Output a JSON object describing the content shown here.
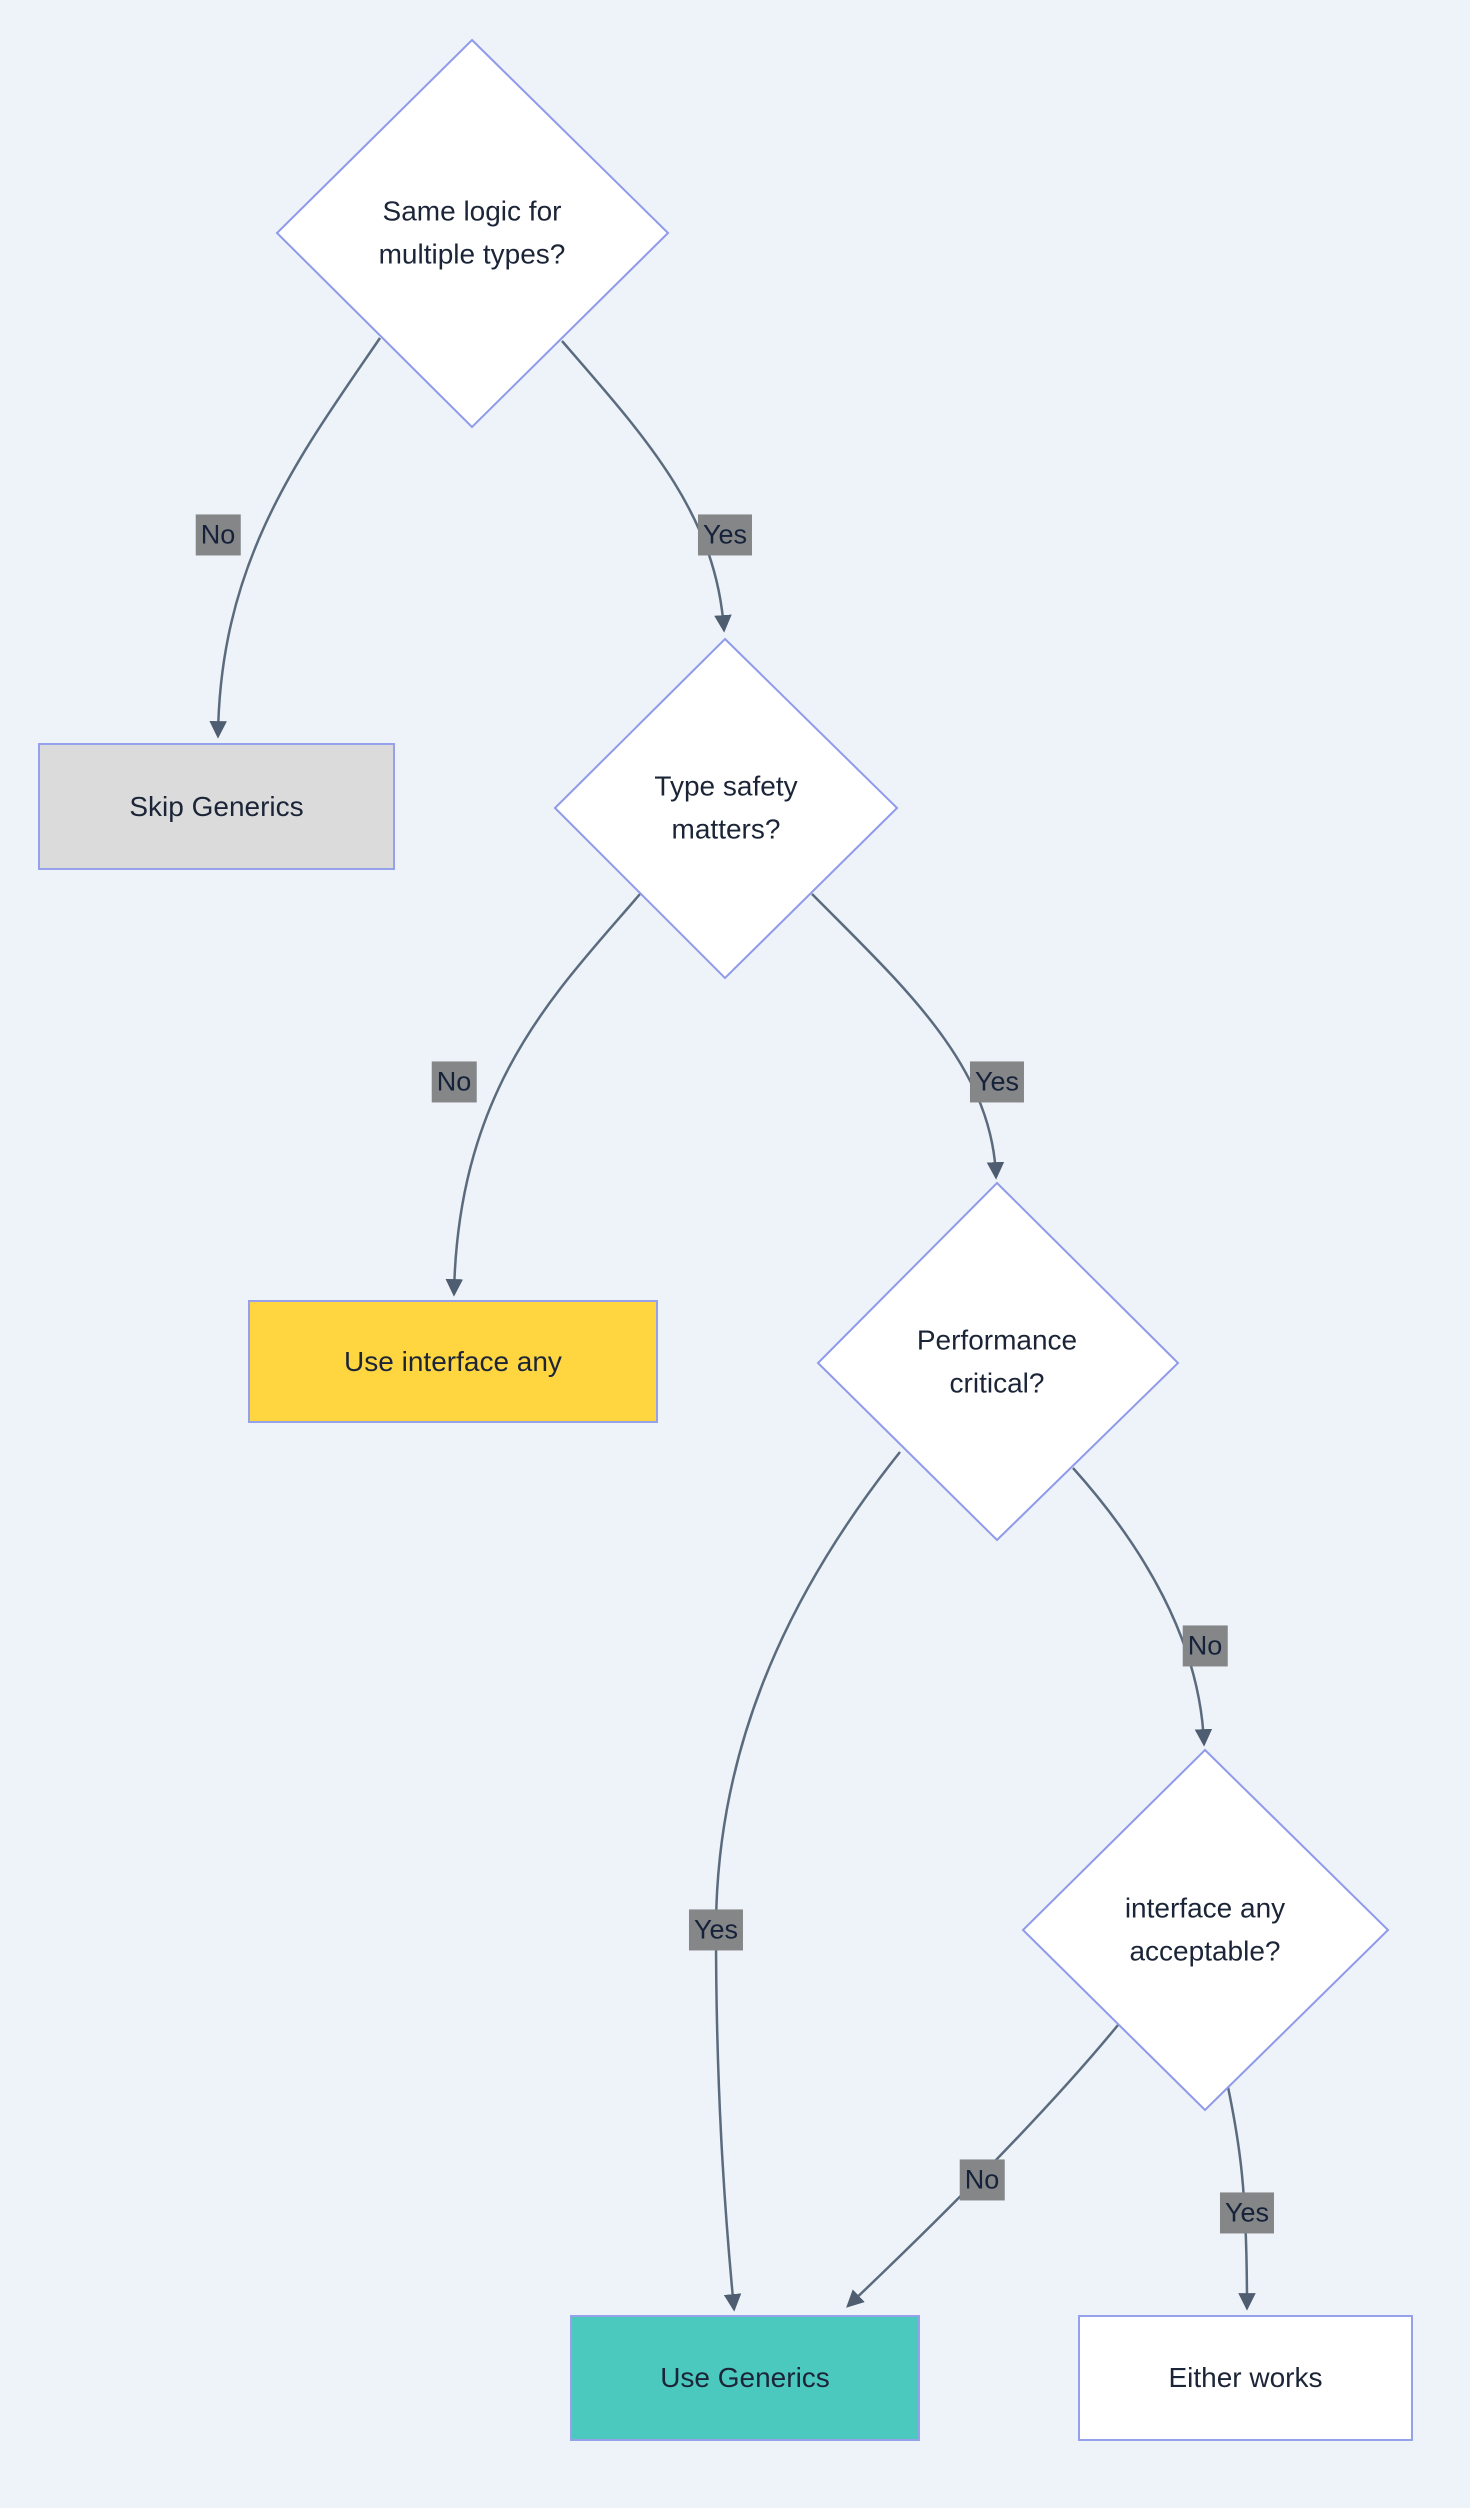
{
  "diagram": {
    "type": "flowchart",
    "topic": "When to use Generics decision tree",
    "nodes": {
      "q_same_logic": {
        "label": "Same logic for multiple types?",
        "kind": "decision"
      },
      "q_type_safety": {
        "label": "Type safety matters?",
        "kind": "decision"
      },
      "q_performance": {
        "label": "Performance critical?",
        "kind": "decision"
      },
      "q_interface_ok": {
        "label": "interface any acceptable?",
        "kind": "decision"
      },
      "skip_generics": {
        "label": "Skip Generics",
        "kind": "result"
      },
      "use_interface_any": {
        "label": "Use interface any",
        "kind": "result"
      },
      "use_generics": {
        "label": "Use Generics",
        "kind": "result"
      },
      "either_works": {
        "label": "Either works",
        "kind": "result"
      }
    },
    "edges": [
      {
        "id": "e1",
        "from": "q_same_logic",
        "to": "skip_generics",
        "label": "No"
      },
      {
        "id": "e2",
        "from": "q_same_logic",
        "to": "q_type_safety",
        "label": "Yes"
      },
      {
        "id": "e3",
        "from": "q_type_safety",
        "to": "use_interface_any",
        "label": "No"
      },
      {
        "id": "e4",
        "from": "q_type_safety",
        "to": "q_performance",
        "label": "Yes"
      },
      {
        "id": "e5",
        "from": "q_performance",
        "to": "use_generics",
        "label": "Yes"
      },
      {
        "id": "e6",
        "from": "q_performance",
        "to": "q_interface_ok",
        "label": "No"
      },
      {
        "id": "e7",
        "from": "q_interface_ok",
        "to": "use_generics",
        "label": "No"
      },
      {
        "id": "e8",
        "from": "q_interface_ok",
        "to": "either_works",
        "label": "Yes"
      }
    ],
    "colors": {
      "background": "#EEF2F9",
      "node_border": "#8F9BEA",
      "decision_fill": "#FFFFFF",
      "skip_generics_fill": "#DBDBDB",
      "use_interface_any_fill": "#FFD640",
      "use_generics_fill": "#4CC9BF",
      "either_works_fill": "#FFFFFF",
      "edge_line": "#5B6B7E",
      "arrowhead": "#4E5D70",
      "edge_label_bg": "#848687",
      "text": "#1B2537"
    }
  }
}
